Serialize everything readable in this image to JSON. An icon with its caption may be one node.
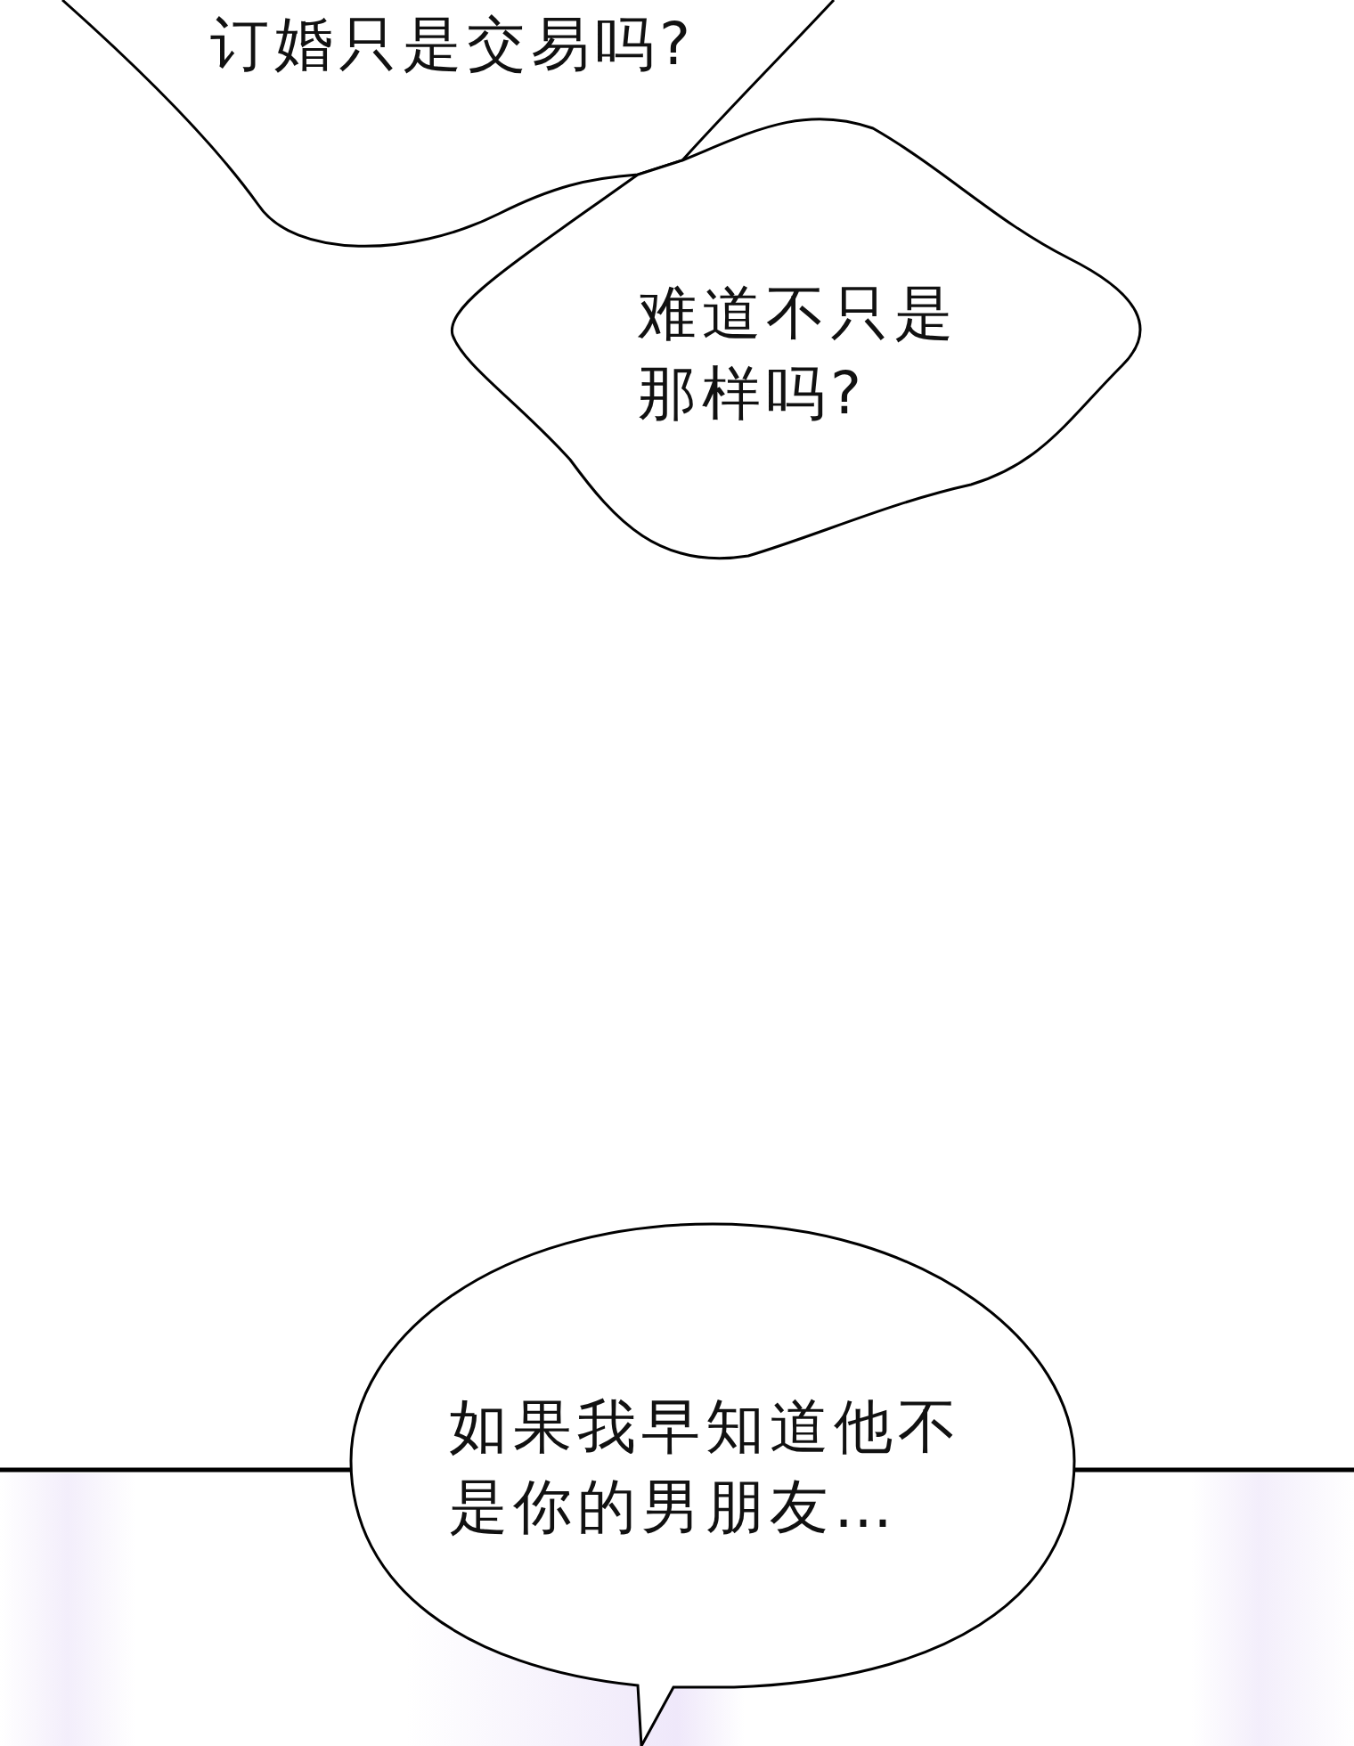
{
  "diagram": {
    "nodes": [
      {
        "text": [
          "订婚只是交易吗?"
        ]
      },
      {
        "text": [
          "难道不只是那样吗?"
        ]
      },
      {
        "text": [
          "如果我早知道他不是你的男朋友…"
        ]
      }
    ]
  }
}
